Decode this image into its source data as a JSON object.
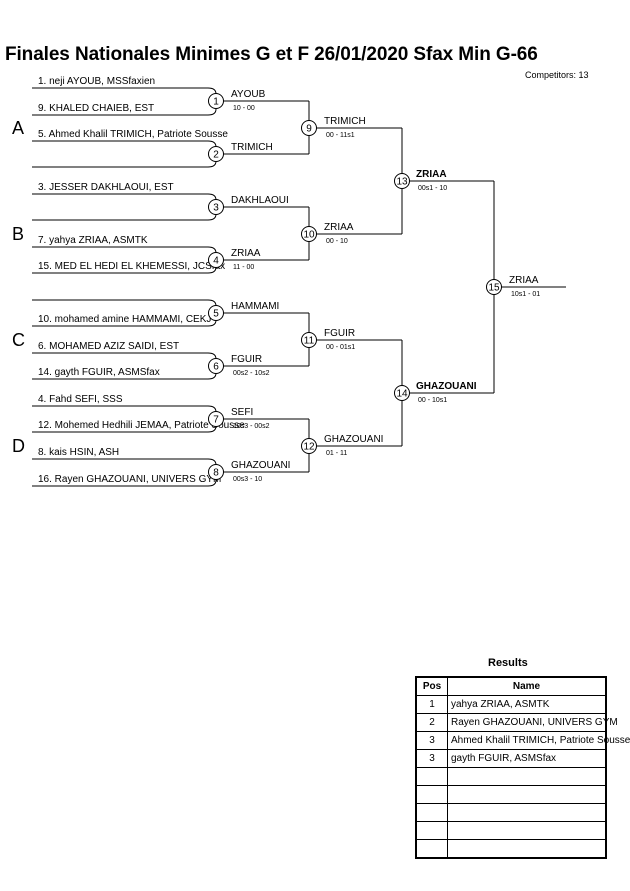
{
  "header": {
    "title": "Finales Nationales Minimes G et F  26/01/2020  Sfax   Min G-66",
    "competitors": "Competitors: 13"
  },
  "pools": [
    "A",
    "B",
    "C",
    "D"
  ],
  "entrants": [
    {
      "text": "1. neji AYOUB, MSSfaxien"
    },
    {
      "text": "9. KHALED CHAIEB, EST"
    },
    {
      "text": "5. Ahmed Khalil TRIMICH, Patriote Sousse"
    },
    {
      "text": ""
    },
    {
      "text": "3. JESSER DAKHLAOUI, EST"
    },
    {
      "text": ""
    },
    {
      "text": "7. yahya ZRIAA, ASMTK"
    },
    {
      "text": "15. MED EL HEDI EL KHEMESSI, JCSfax"
    },
    {
      "text": ""
    },
    {
      "text": "10. mohamed amine HAMMAMI, CEKJ"
    },
    {
      "text": "6. MOHAMED AZIZ SAIDI, EST"
    },
    {
      "text": "14. gayth FGUIR, ASMSfax"
    },
    {
      "text": "4. Fahd SEFI, SSS"
    },
    {
      "text": "12. Mohemed Hedhili JEMAA, Patriote Sousse"
    },
    {
      "text": "8. kais HSIN, ASH"
    },
    {
      "text": "16. Rayen GHAZOUANI, UNIVERS GYM"
    }
  ],
  "round1": [
    {
      "num": "1",
      "winner": "AYOUB",
      "score": "10 - 00"
    },
    {
      "num": "2",
      "winner": "TRIMICH",
      "score": ""
    },
    {
      "num": "3",
      "winner": "DAKHLAOUI",
      "score": ""
    },
    {
      "num": "4",
      "winner": "ZRIAA",
      "score": "11 - 00"
    },
    {
      "num": "5",
      "winner": "HAMMAMI",
      "score": ""
    },
    {
      "num": "6",
      "winner": "FGUIR",
      "score": "00s2 - 10s2"
    },
    {
      "num": "7",
      "winner": "SEFI",
      "score": "10s3 - 00s2"
    },
    {
      "num": "8",
      "winner": "GHAZOUANI",
      "score": "00s3 - 10"
    }
  ],
  "round2": [
    {
      "num": "9",
      "winner": "TRIMICH",
      "score": "00 - 11s1"
    },
    {
      "num": "10",
      "winner": "ZRIAA",
      "score": "00 - 10"
    },
    {
      "num": "11",
      "winner": "FGUIR",
      "score": "00 - 01s1"
    },
    {
      "num": "12",
      "winner": "GHAZOUANI",
      "score": "01 - 11"
    }
  ],
  "semis": [
    {
      "num": "13",
      "winner": "ZRIAA",
      "score": "00s1 - 10"
    },
    {
      "num": "14",
      "winner": "GHAZOUANI",
      "score": "00 - 10s1"
    }
  ],
  "final": {
    "num": "15",
    "winner": "ZRIAA",
    "score": "10s1 - 01"
  },
  "results": {
    "title": "Results",
    "headers": {
      "pos": "Pos",
      "name": "Name"
    },
    "rows": [
      {
        "pos": "1",
        "name": "yahya ZRIAA, ASMTK"
      },
      {
        "pos": "2",
        "name": "Rayen GHAZOUANI, UNIVERS GYM"
      },
      {
        "pos": "3",
        "name": "Ahmed Khalil TRIMICH, Patriote Sousse"
      },
      {
        "pos": "3",
        "name": "gayth FGUIR, ASMSfax"
      },
      {
        "pos": "",
        "name": ""
      },
      {
        "pos": "",
        "name": ""
      },
      {
        "pos": "",
        "name": ""
      },
      {
        "pos": "",
        "name": ""
      },
      {
        "pos": "",
        "name": ""
      }
    ]
  }
}
